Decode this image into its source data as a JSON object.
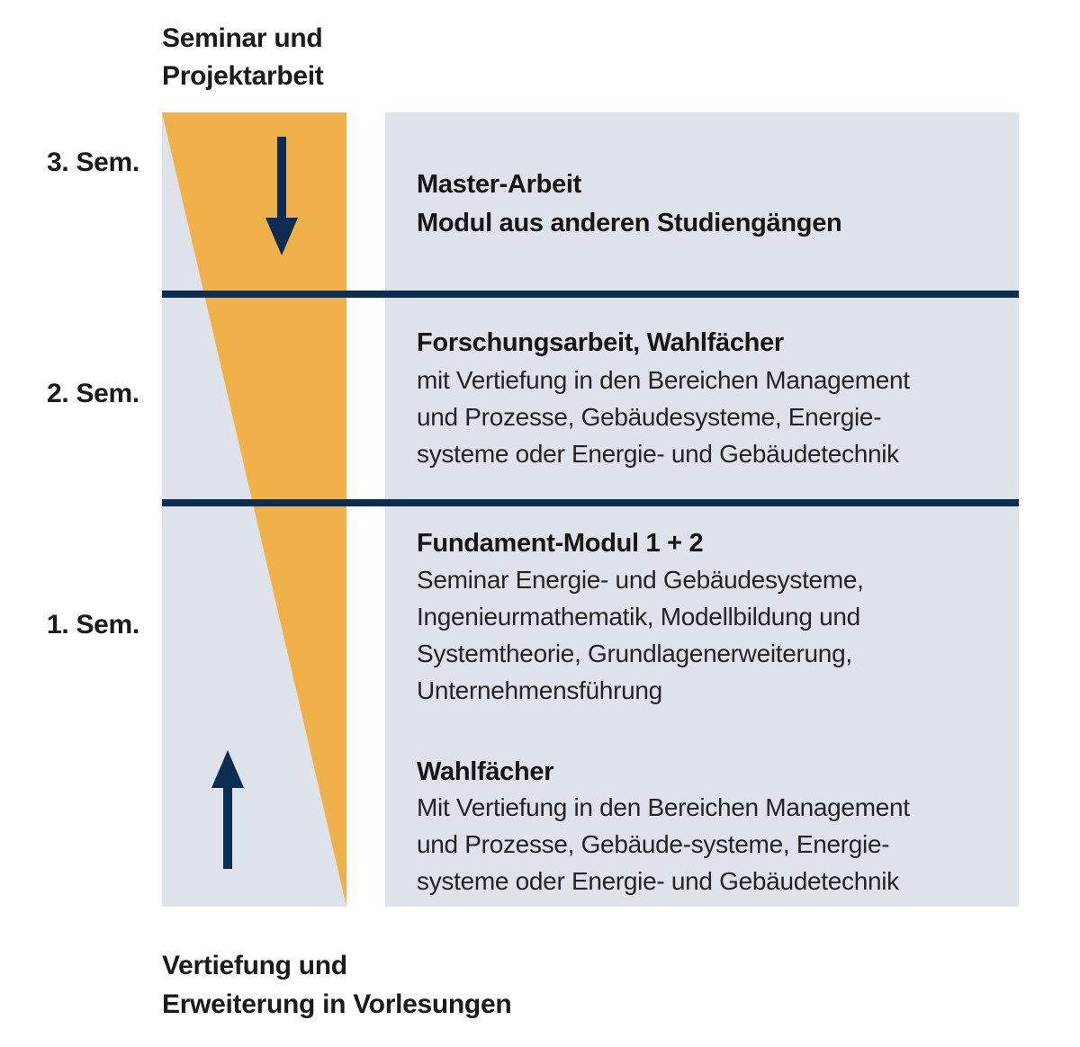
{
  "palette": {
    "orange": "#f1b14a",
    "navy": "#0c2d51",
    "panel_gray": "#dde2eb",
    "text": "#1b1b1b"
  },
  "top_label": {
    "line1": "Seminar und",
    "line2": "Projektarbeit"
  },
  "bottom_label": {
    "line1": "Vertiefung und",
    "line2": "Erweiterung in Vorlesungen"
  },
  "semesters": [
    {
      "label": "3. Sem."
    },
    {
      "label": "2. Sem."
    },
    {
      "label": "1. Sem."
    }
  ],
  "icons": {
    "down_arrow": "down-arrow",
    "up_arrow": "up-arrow"
  },
  "sections": [
    {
      "title_lines": [
        "Master-Arbeit",
        "Modul aus anderen Studiengängen"
      ],
      "body_lines": []
    },
    {
      "title_lines": [
        "Forschungsarbeit, Wahlfächer"
      ],
      "body_lines": [
        "mit Vertiefung in den Bereichen Management",
        "und Prozesse, Gebäudesysteme, Energie-",
        "systeme oder Energie- und Gebäudetechnik"
      ]
    },
    {
      "title_lines": [
        "Fundament-Modul 1 + 2"
      ],
      "body_lines": [
        "Seminar Energie- und Gebäudesysteme,",
        "Ingenieurmathematik, Modellbildung und",
        "Systemtheorie, Grundlagenerweiterung,",
        "Unternehmensführung"
      ]
    },
    {
      "title_lines": [
        "Wahlfächer"
      ],
      "body_lines": [
        "Mit Vertiefung in den Bereichen Management",
        "und Prozesse, Gebäude-systeme, Energie-",
        "systeme oder Energie- und Gebäudetechnik"
      ]
    }
  ]
}
